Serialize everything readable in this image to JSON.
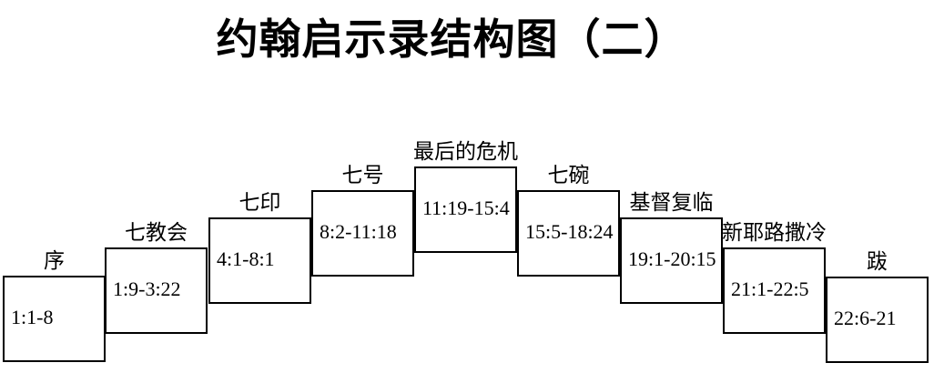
{
  "title": "约翰启示录结构图（二）",
  "diagram": {
    "description_label": "staircase-structure-diagram",
    "colors": {
      "background": "#ffffff",
      "line": "#000000",
      "text": "#000000"
    },
    "boxes": [
      {
        "label": "序",
        "reference": "1:1-8"
      },
      {
        "label": "七教会",
        "reference": "1:9-3:22"
      },
      {
        "label": "七印",
        "reference": "4:1-8:1"
      },
      {
        "label": "七号",
        "reference": "8:2-11:18"
      },
      {
        "label": "最后的危机",
        "reference": "11:19-15:4"
      },
      {
        "label": "七碗",
        "reference": "15:5-18:24"
      },
      {
        "label": "基督复临",
        "reference": "19:1-20:15"
      },
      {
        "label": "新耶路撒冷",
        "reference": "21:1-22:5"
      },
      {
        "label": "跋",
        "reference": "22:6-21"
      }
    ]
  }
}
